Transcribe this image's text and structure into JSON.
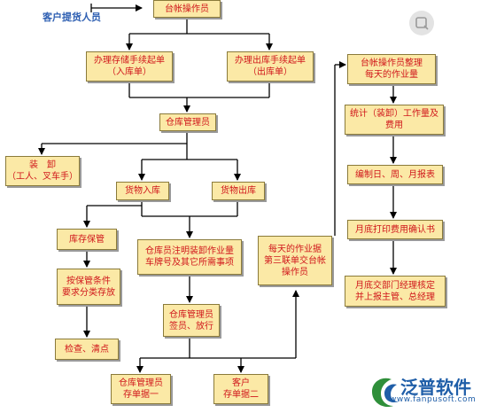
{
  "note": "客户提货人员",
  "nodes": {
    "top": "台帐操作员",
    "in_form": "办理存储手续起单\n（入库单）",
    "out_form": "办理出库手续起单\n（出库单）",
    "warehouse_mgr": "仓库管理员",
    "unload": "装　卸\n（工人、叉车手）",
    "goods_in": "货物入库",
    "goods_out": "货物出库",
    "storage": "库存保管",
    "by_condition": "按保管条件\n要求分类存放",
    "check": "检查、清点",
    "note_work": "仓库员注明装卸作业量\n车牌号及其它所需事项",
    "sign_release": "仓库管理员\n签员、放行",
    "mgr_copy1": "仓库管理员\n存单据一",
    "customer_copy2": "客户\n存单据二",
    "daily_third": "每天的作业据\n第三联单交台帐\n操作员",
    "ledger_arrange": "台帐操作员整理\n每天的作业量",
    "stats": "统计（装卸）工作量及\n费用",
    "reports": "编制日、周、月报表",
    "month_print": "月底打印费用确认书",
    "month_end": "月底交部门经理核定\n并上报主管、总经理"
  },
  "logo": {
    "name": "泛普软件",
    "url": "www.fanpusoft.com"
  },
  "icons": [
    "arrow-icon",
    "search-icon",
    "logo-icon"
  ],
  "colors": {
    "box_fill": "#fbe9a6",
    "text": "#d0161b",
    "note": "#2e5fb2",
    "line": "#000000"
  }
}
